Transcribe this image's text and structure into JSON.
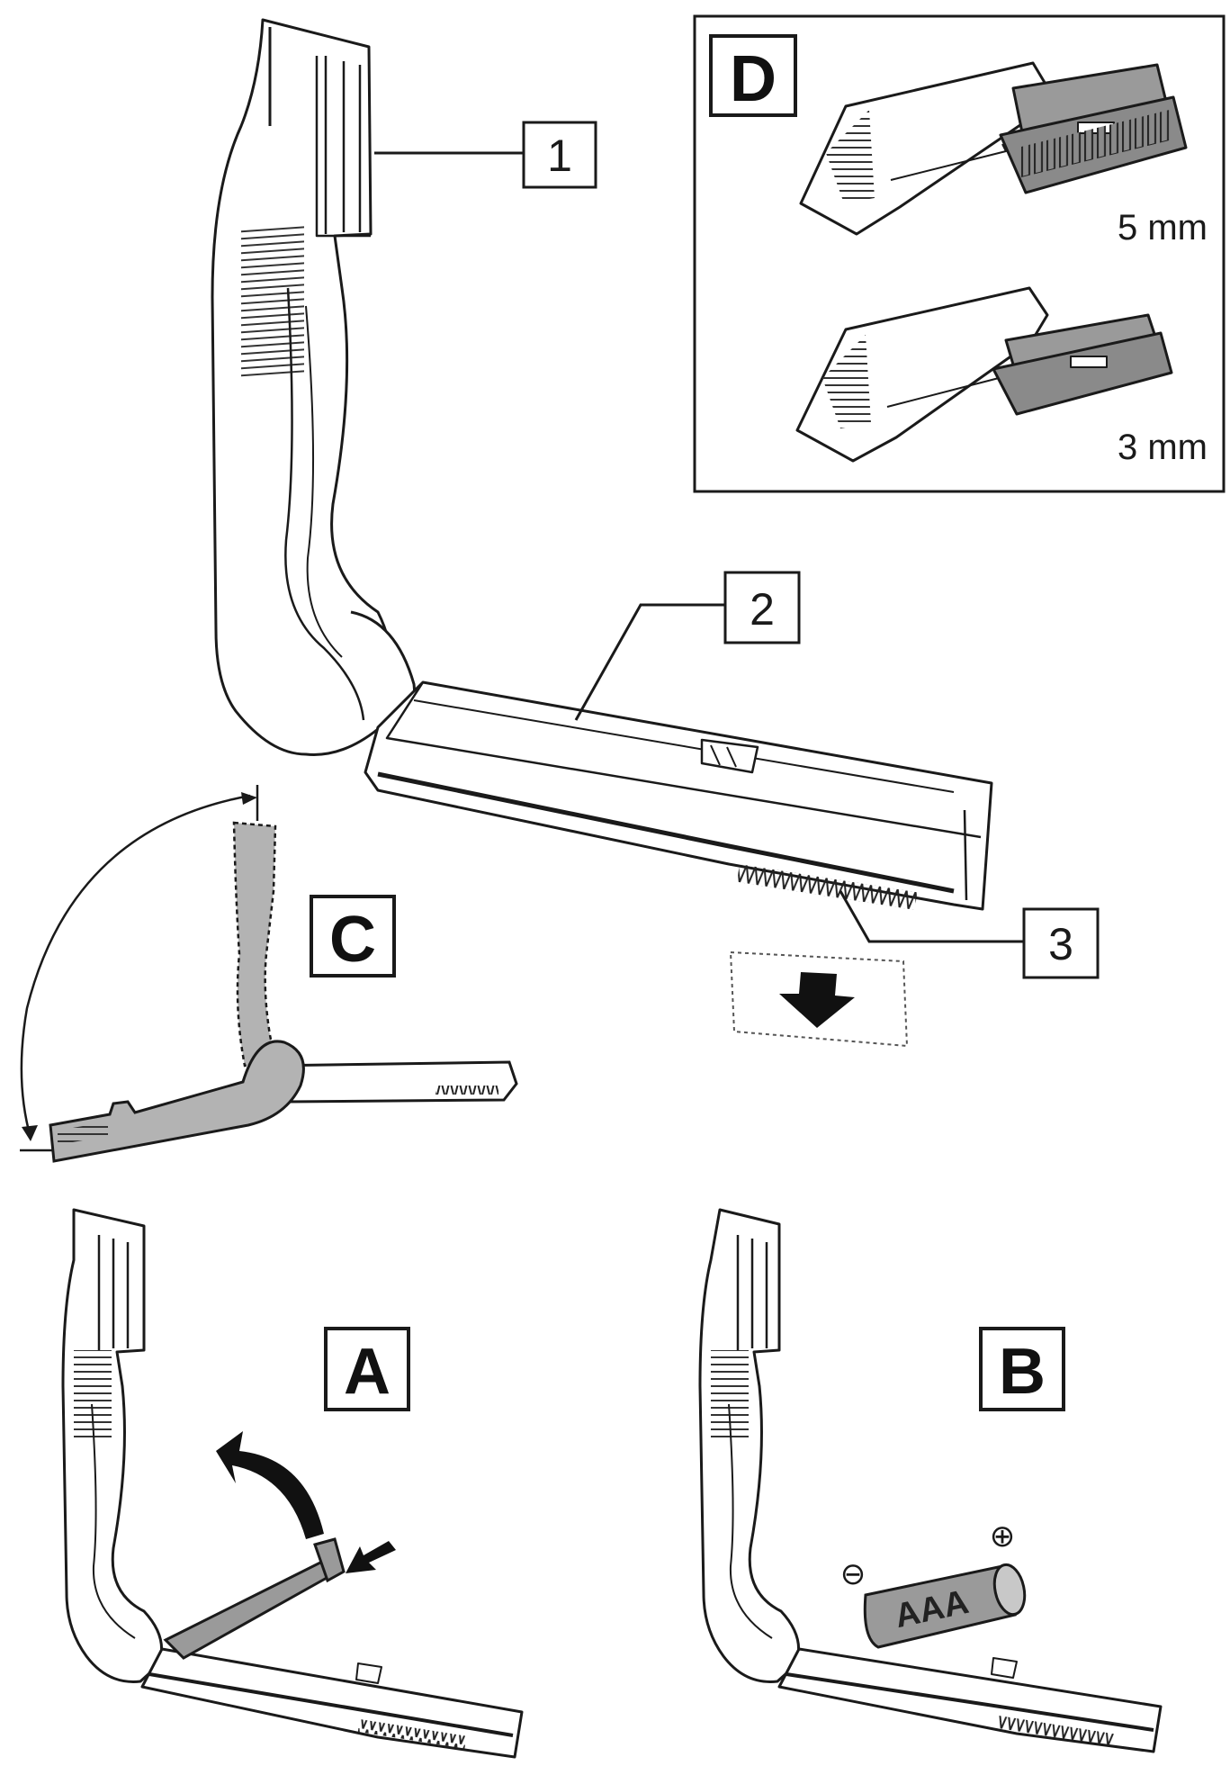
{
  "callouts": {
    "c1": "1",
    "c2": "2",
    "c3": "3"
  },
  "panels": {
    "a": "A",
    "b": "B",
    "c": "C",
    "d": "D"
  },
  "inset": {
    "size_top": "5 mm",
    "size_bottom": "3 mm"
  },
  "battery": {
    "label": "AAA",
    "minus": "⊖",
    "plus": "⊕"
  },
  "colors": {
    "line": "#1a1a1a",
    "fill_gray": "#b3b3b3",
    "comb_gray": "#8a8a8a",
    "battery_gray": "#9a9a9a"
  }
}
